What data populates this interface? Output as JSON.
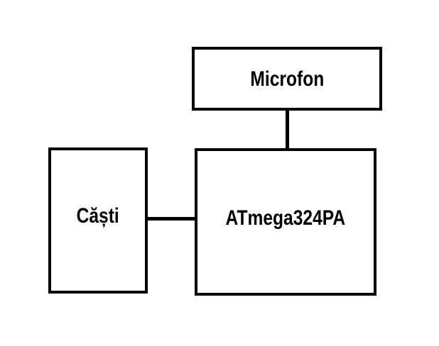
{
  "diagram": {
    "blocks": {
      "microphone": {
        "label": "Microfon"
      },
      "microcontroller": {
        "label": "ATmega324PA"
      },
      "headphones": {
        "label": "Căști"
      }
    },
    "connections": [
      {
        "from": "microphone",
        "to": "microcontroller"
      },
      {
        "from": "headphones",
        "to": "microcontroller"
      }
    ],
    "colors": {
      "stroke": "#000000",
      "background": "#ffffff",
      "text": "#000000"
    }
  }
}
